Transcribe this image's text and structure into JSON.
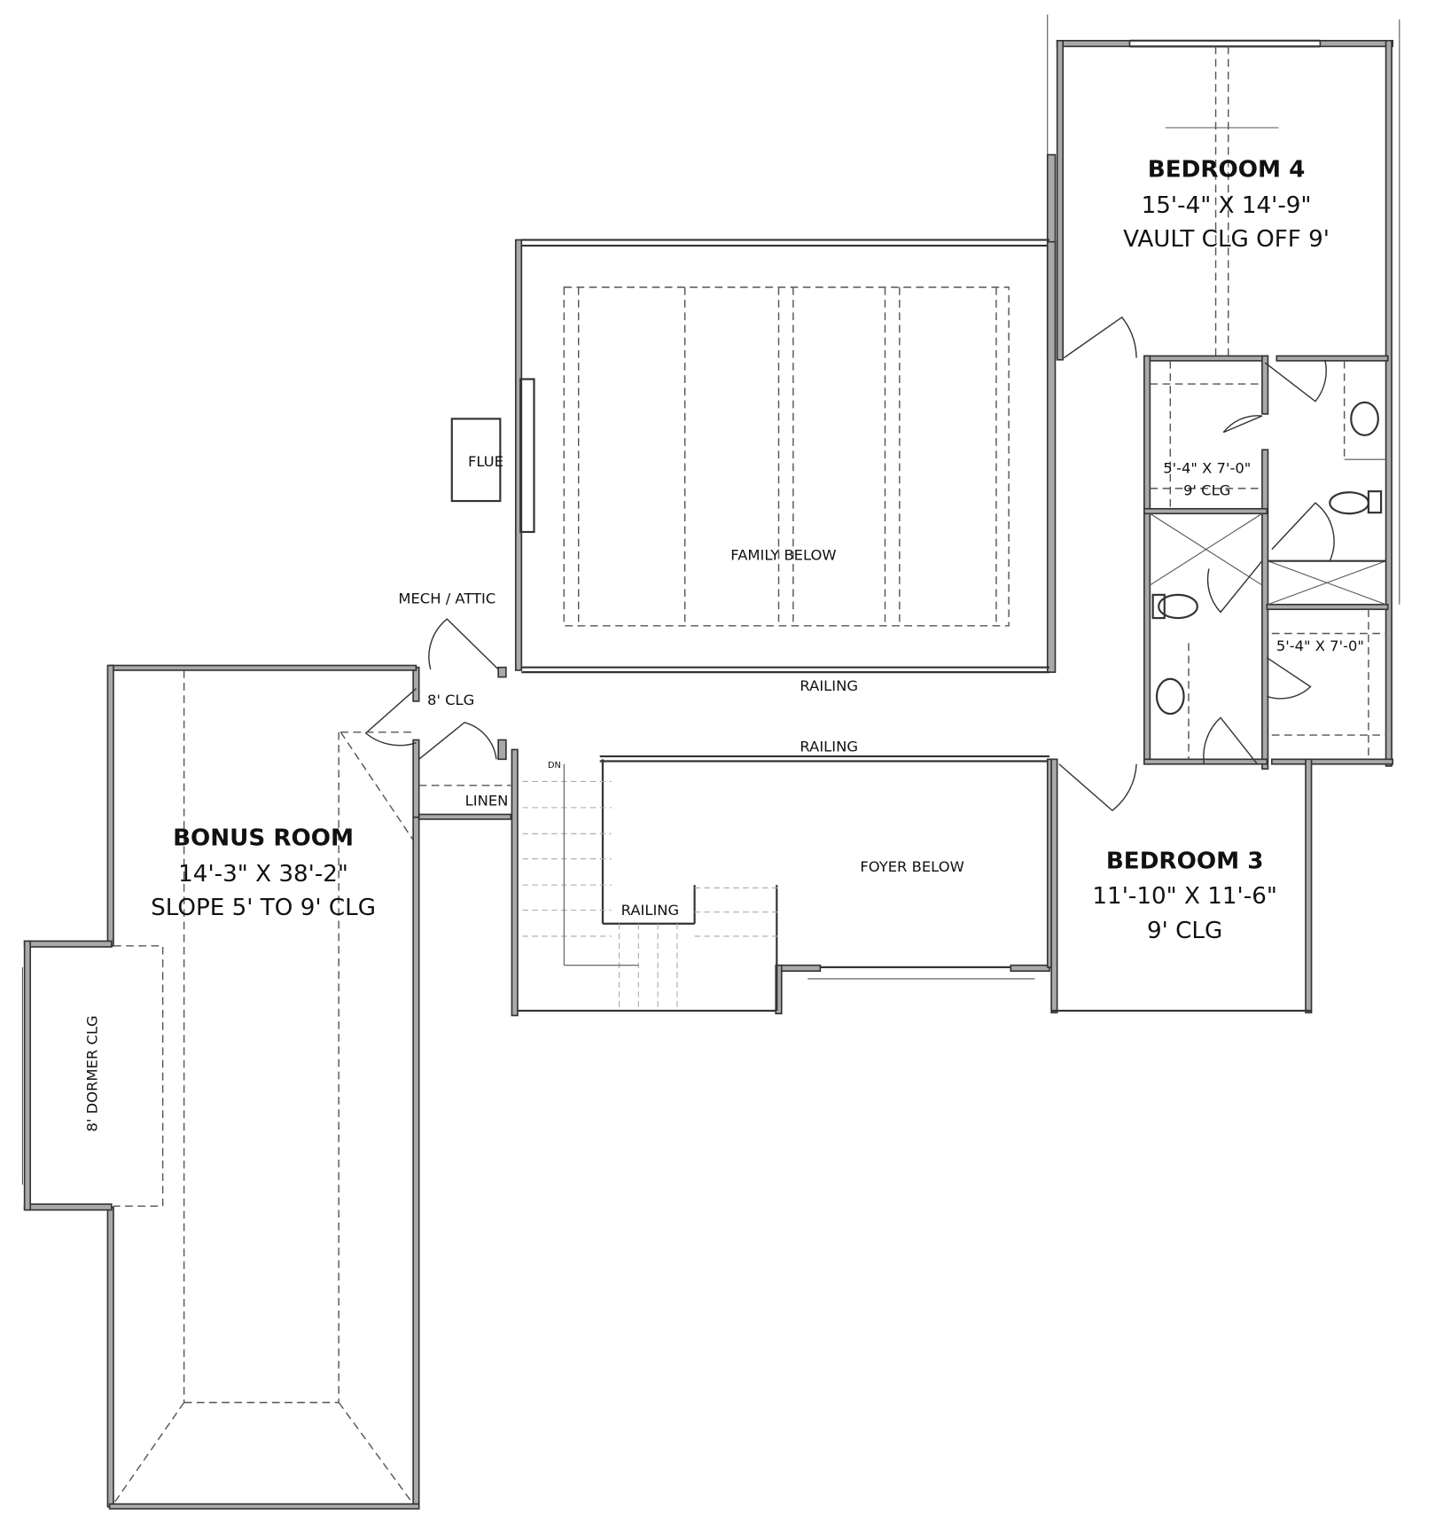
{
  "rooms": {
    "bedroom4": {
      "name": "BEDROOM 4",
      "size": "15'-4\" X 14'-9\"",
      "ceiling": "VAULT CLG OFF 9'"
    },
    "bedroom3": {
      "name": "BEDROOM 3",
      "size": "11'-10\" X 11'-6\"",
      "ceiling": "9' CLG"
    },
    "bonus": {
      "name": "BONUS ROOM",
      "size": "14'-3\" X 38'-2\"",
      "ceiling": "SLOPE 5' TO 9' CLG"
    },
    "closet1": {
      "size": "5'-4\" X 7'-0\"",
      "ceiling": "9' CLG"
    },
    "closet2": {
      "size": "5'-4\" X 7'-0\""
    }
  },
  "labels": {
    "family_below": "FAMILY BELOW",
    "foyer_below": "FOYER BELOW",
    "mech_attic": "MECH / ATTIC",
    "flue": "FLUE",
    "hall_clg": "8' CLG",
    "railing_upper": "RAILING",
    "railing_lower": "RAILING",
    "railing_stair": "RAILING",
    "linen": "LINEN",
    "stair_dn": "DN",
    "dormer": "8' DORMER CLG"
  }
}
